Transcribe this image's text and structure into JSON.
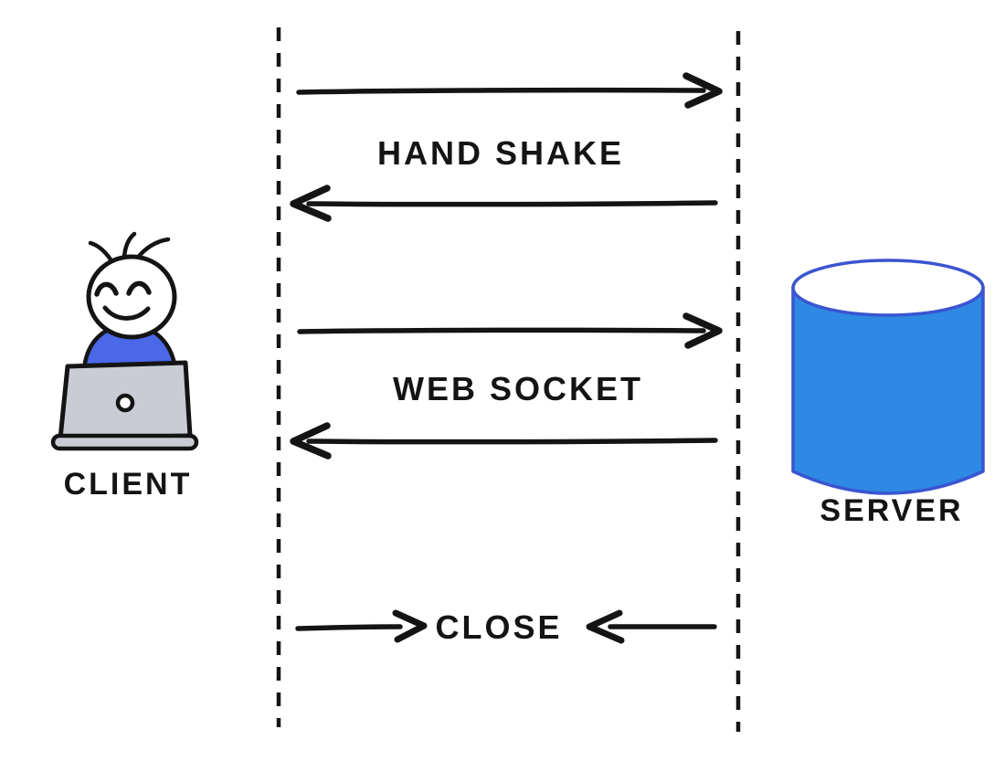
{
  "colors": {
    "ink": "#141414",
    "server_fill": "#2e89e5",
    "server_outline": "#3a55d0",
    "client_shirt": "#4a68e8",
    "laptop_gray": "#c9ccd3",
    "white": "#ffffff"
  },
  "nodes": {
    "client": {
      "label": "CLIENT",
      "icon": "person-at-laptop-icon"
    },
    "server": {
      "label": "SERVER",
      "icon": "database-cylinder-icon"
    }
  },
  "lifelines": {
    "style": "dashed",
    "left_owner": "client",
    "right_owner": "server"
  },
  "messages": [
    {
      "label": "HAND SHAKE",
      "arrows": [
        "client-to-server",
        "server-to-client"
      ]
    },
    {
      "label": "WEB SOCKET",
      "arrows": [
        "client-to-server",
        "server-to-client"
      ]
    },
    {
      "label": "CLOSE",
      "arrows": [
        "client-to-server",
        "server-to-client"
      ]
    }
  ]
}
